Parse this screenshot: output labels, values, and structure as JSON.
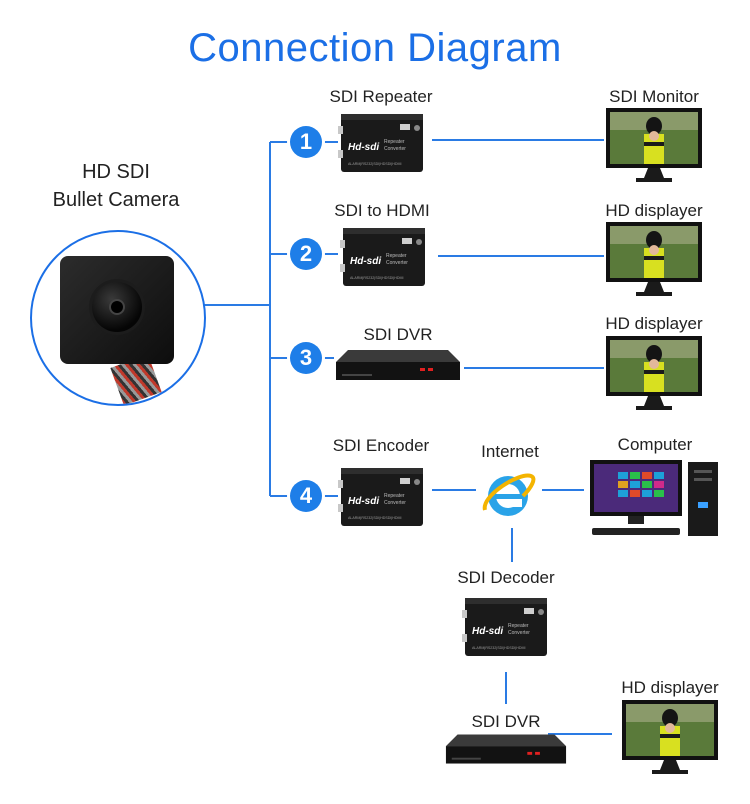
{
  "title": "Connection Diagram",
  "camera": {
    "label_line1": "HD SDI",
    "label_line2": "Bullet Camera"
  },
  "device_print": {
    "brand": "Hd-sdi",
    "line1": "Repeater",
    "line2": "Converter",
    "bottom": "ALARM|RS232|SDI|HDSDI|HDMI"
  },
  "branches": [
    {
      "number": "1",
      "device": "SDI Repeater",
      "output": "SDI Monitor"
    },
    {
      "number": "2",
      "device": "SDI to HDMI",
      "output": "HD displayer"
    },
    {
      "number": "3",
      "device": "SDI DVR",
      "output": "HD displayer"
    },
    {
      "number": "4",
      "device": "SDI Encoder",
      "network": "Internet",
      "output": "Computer"
    }
  ],
  "chain": {
    "decoder": "SDI Decoder",
    "dvr": "SDI DVR",
    "output": "HD displayer"
  },
  "colors": {
    "accent": "#1b6fe6",
    "badge": "#1e7ee8",
    "line": "#2a7be4"
  },
  "icons": {
    "network": "internet-explorer-icon",
    "camera": "camera-icon",
    "monitor": "monitor-icon",
    "computer": "computer-icon"
  }
}
